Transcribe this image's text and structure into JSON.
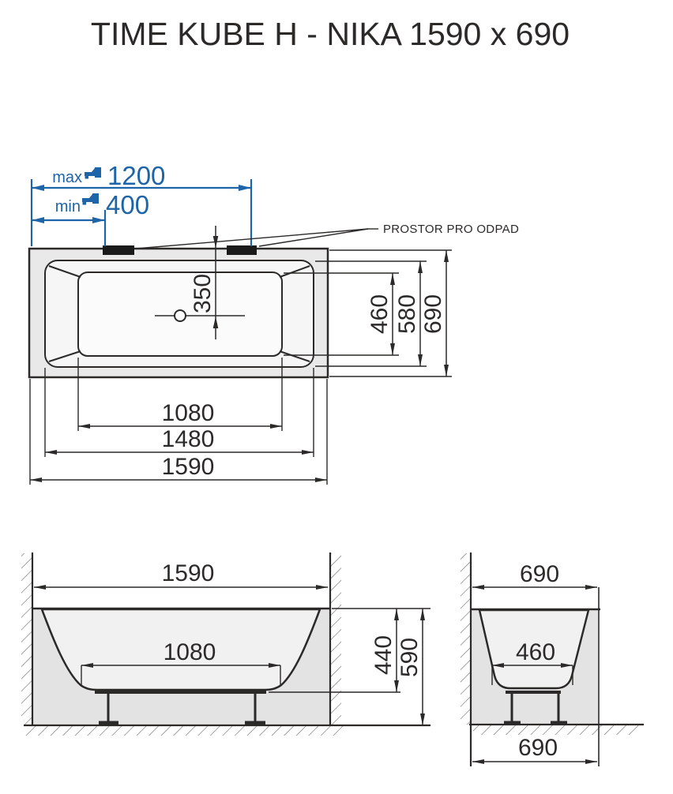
{
  "title": "TIME KUBE H - NIKA 1590 x 690",
  "colors": {
    "accent_blue": "#1d64a8",
    "ink": "#2b2a29",
    "fill_light_gray": "#e3e3e3",
    "fill_tub": "#f1f1f1"
  },
  "top_view": {
    "tap_max_label": "max",
    "tap_max_value": "1200",
    "tap_min_label": "min",
    "tap_min_value": "400",
    "waste_area_label": "PROSTOR PRO ODPAD",
    "drain_offset": "350",
    "width_inner": "460",
    "width_rim": "580",
    "width_overall": "690",
    "length_inner": "1080",
    "length_rim": "1480",
    "length_overall": "1590"
  },
  "front_view": {
    "length_overall": "1590",
    "length_bottom": "1080",
    "depth_shell": "440",
    "height_total": "590"
  },
  "side_view": {
    "width_overall": "690",
    "width_bottom": "460",
    "width_floor": "690"
  }
}
